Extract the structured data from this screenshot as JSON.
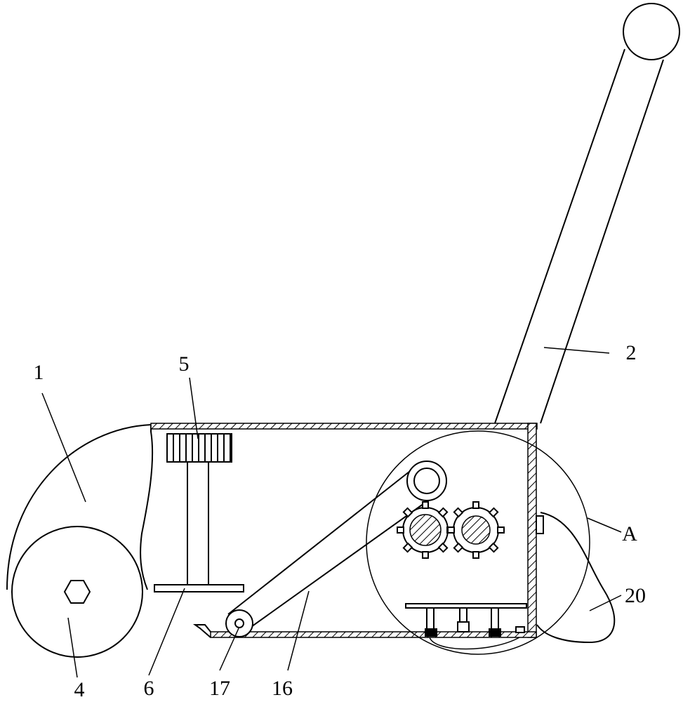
{
  "labels": {
    "l1": "1",
    "l2": "2",
    "l4": "4",
    "l5": "5",
    "l6": "6",
    "l16": "16",
    "l17": "17",
    "l20": "20",
    "lA": "A"
  }
}
